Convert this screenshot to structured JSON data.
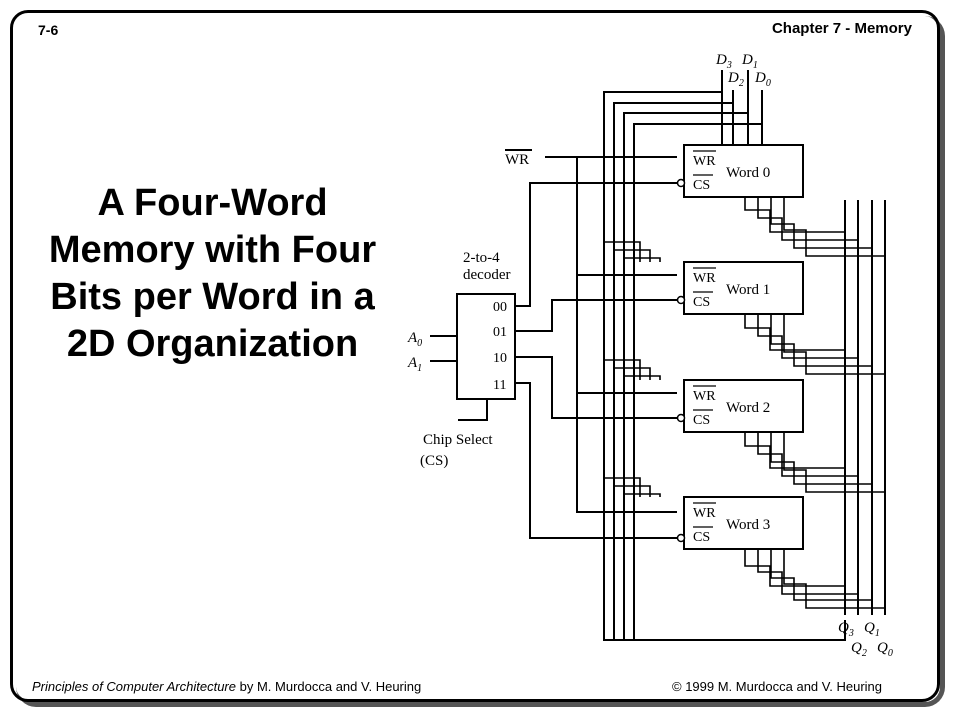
{
  "header": {
    "slide_number": "7-6",
    "chapter": "Chapter 7 - Memory"
  },
  "title": "A Four-Word Memory with Four Bits per Word in a 2D Organization",
  "diagram": {
    "data_inputs": [
      "D3",
      "D1",
      "D2",
      "D0"
    ],
    "write_label": "WR",
    "decoder": {
      "label_line1": "2-to-4",
      "label_line2": "decoder",
      "outputs": [
        "00",
        "01",
        "10",
        "11"
      ]
    },
    "address_inputs": [
      "A0",
      "A1"
    ],
    "chip_select": {
      "label": "Chip Select",
      "abbr": "(CS)"
    },
    "words": [
      {
        "name": "Word 0",
        "wr": "WR",
        "cs": "CS"
      },
      {
        "name": "Word 1",
        "wr": "WR",
        "cs": "CS"
      },
      {
        "name": "Word 2",
        "wr": "WR",
        "cs": "CS"
      },
      {
        "name": "Word 3",
        "wr": "WR",
        "cs": "CS"
      }
    ],
    "data_outputs": [
      "Q3",
      "Q1",
      "Q2",
      "Q0"
    ]
  },
  "footer": {
    "book_title": "Principles of Computer Architecture",
    "authors": " by M. Murdocca and V. Heuring",
    "copyright": "© 1999 M. Murdocca and V. Heuring"
  }
}
